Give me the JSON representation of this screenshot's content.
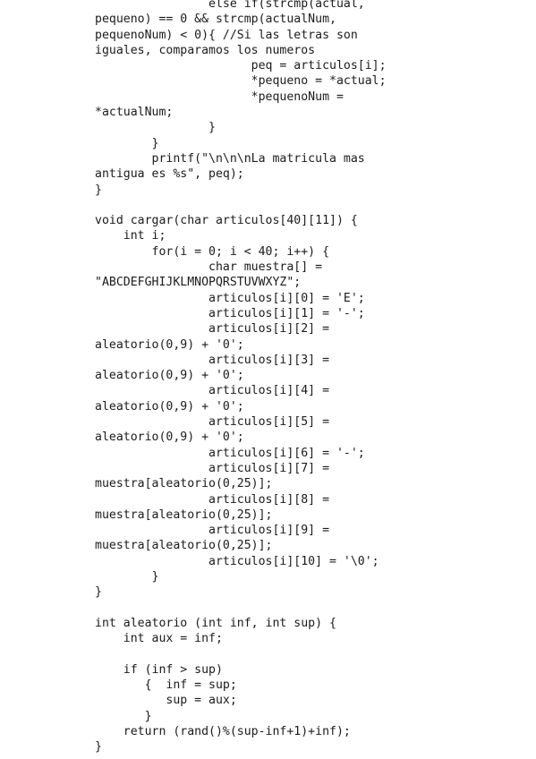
{
  "code_lines": [
    "                else if(strcmp(actual,",
    "pequeno) == 0 && strcmp(actualNum,",
    "pequenoNum) < 0){ //Si las letras son",
    "iguales, comparamos los numeros",
    "                      peq = articulos[i];",
    "                      *pequeno = *actual;",
    "                      *pequenoNum =",
    "*actualNum;",
    "                }",
    "        }",
    "        printf(\"\\n\\n\\nLa matricula mas",
    "antigua es %s\", peq);",
    "}",
    "",
    "void cargar(char articulos[40][11]) {",
    "    int i;",
    "        for(i = 0; i < 40; i++) {",
    "                char muestra[] =",
    "\"ABCDEFGHIJKLMNOPQRSTUVWXYZ\";",
    "                articulos[i][0] = 'E';",
    "                articulos[i][1] = '-';",
    "                articulos[i][2] =",
    "aleatorio(0,9) + '0';",
    "                articulos[i][3] =",
    "aleatorio(0,9) + '0';",
    "                articulos[i][4] =",
    "aleatorio(0,9) + '0';",
    "                articulos[i][5] =",
    "aleatorio(0,9) + '0';",
    "                articulos[i][6] = '-';",
    "                articulos[i][7] =",
    "muestra[aleatorio(0,25)];",
    "                articulos[i][8] =",
    "muestra[aleatorio(0,25)];",
    "                articulos[i][9] =",
    "muestra[aleatorio(0,25)];",
    "                articulos[i][10] = '\\0';",
    "        }",
    "}",
    "",
    "int aleatorio (int inf, int sup) {",
    "    int aux = inf;",
    "",
    "    if (inf > sup)",
    "       {  inf = sup;",
    "          sup = aux;",
    "       }",
    "    return (rand()%(sup-inf+1)+inf);",
    "}"
  ]
}
